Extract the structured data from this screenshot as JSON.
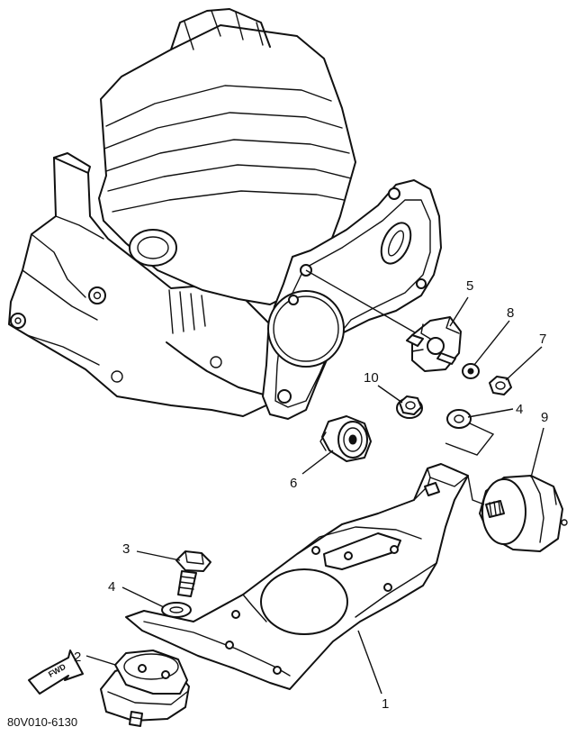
{
  "diagram": {
    "drawing_code": "80V010-6130",
    "fwd_label": "FWD",
    "callouts": [
      {
        "id": "callout-1",
        "text": "1"
      },
      {
        "id": "callout-2",
        "text": "2"
      },
      {
        "id": "callout-3",
        "text": "3"
      },
      {
        "id": "callout-4a",
        "text": "4"
      },
      {
        "id": "callout-4b",
        "text": "4"
      },
      {
        "id": "callout-5",
        "text": "5"
      },
      {
        "id": "callout-6",
        "text": "6"
      },
      {
        "id": "callout-7",
        "text": "7"
      },
      {
        "id": "callout-8",
        "text": "8"
      },
      {
        "id": "callout-9",
        "text": "9"
      },
      {
        "id": "callout-10",
        "text": "10"
      }
    ]
  }
}
